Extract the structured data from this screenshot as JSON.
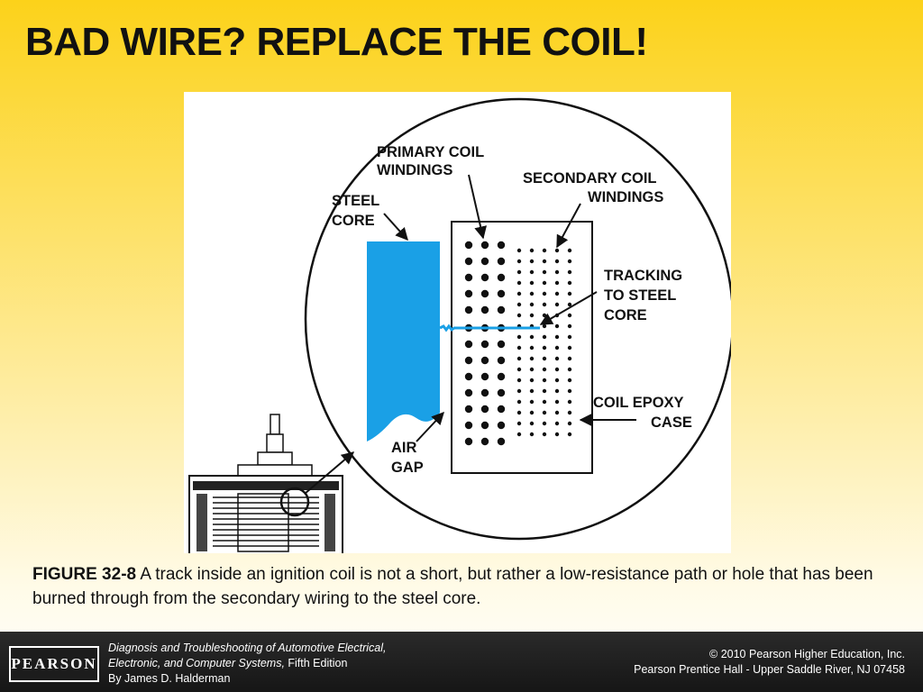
{
  "slide": {
    "title": "BAD WIRE? REPLACE THE COIL!"
  },
  "figure": {
    "labels": {
      "primary_coil_1": "PRIMARY COIL",
      "primary_coil_2": "WINDINGS",
      "secondary_coil_1": "SECONDARY COIL",
      "secondary_coil_2": "WINDINGS",
      "steel_core_1": "STEEL",
      "steel_core_2": "CORE",
      "tracking_1": "TRACKING",
      "tracking_2": "TO STEEL",
      "tracking_3": "CORE",
      "epoxy_1": "COIL EPOXY",
      "epoxy_2": "CASE",
      "air_gap_1": "AIR",
      "air_gap_2": "GAP"
    },
    "colors": {
      "steel_core": "#1aa0e6",
      "outline": "#111111"
    }
  },
  "caption": {
    "figure_number": "FIGURE 32-8",
    "text": " A track inside an ignition coil is not a short, but rather a low-resistance path or hole that has been burned through from the secondary wiring to the steel core."
  },
  "footer": {
    "logo_text": "PEARSON",
    "book_title_line1": "Diagnosis and Troubleshooting of Automotive Electrical,",
    "book_title_line2": "Electronic, and Computer Systems,",
    "edition": " Fifth Edition",
    "author": "By James D. Halderman",
    "copyright_line1": "© 2010 Pearson Higher Education, Inc.",
    "copyright_line2": "Pearson Prentice Hall - Upper Saddle River, NJ 07458"
  }
}
